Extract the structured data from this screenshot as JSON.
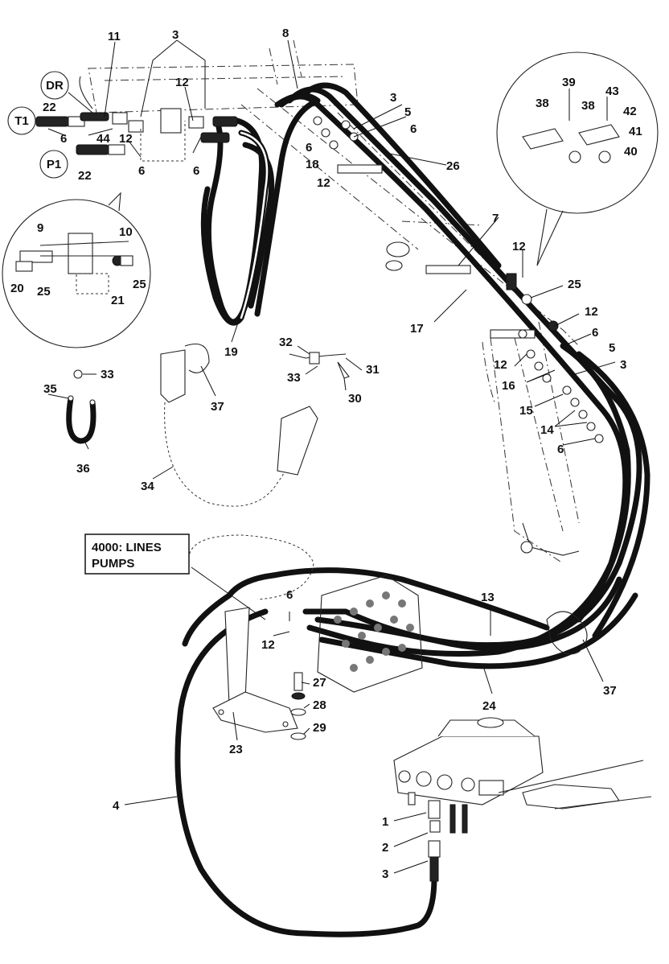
{
  "callouts": [
    "11",
    "3",
    "8",
    "DR",
    "12",
    "T1",
    "22",
    "6",
    "44",
    "12",
    "P1",
    "22",
    "6",
    "6",
    "3",
    "5",
    "6",
    "6",
    "18",
    "12",
    "26",
    "39",
    "38",
    "38",
    "43",
    "42",
    "41",
    "40",
    "9",
    "10",
    "20",
    "25",
    "21",
    "25",
    "7",
    "12",
    "25",
    "17",
    "12",
    "6",
    "5",
    "3",
    "12",
    "16",
    "15",
    "14",
    "6",
    "32",
    "31",
    "33",
    "30",
    "37",
    "19",
    "33",
    "35",
    "36",
    "34",
    "6",
    "12",
    "13",
    "27",
    "28",
    "29",
    "23",
    "24",
    "37",
    "4",
    "1",
    "2",
    "3"
  ],
  "circled_labels": [
    "DR",
    "T1",
    "P1"
  ],
  "note_box": {
    "line1": "4000: LINES",
    "line2": "PUMPS"
  }
}
